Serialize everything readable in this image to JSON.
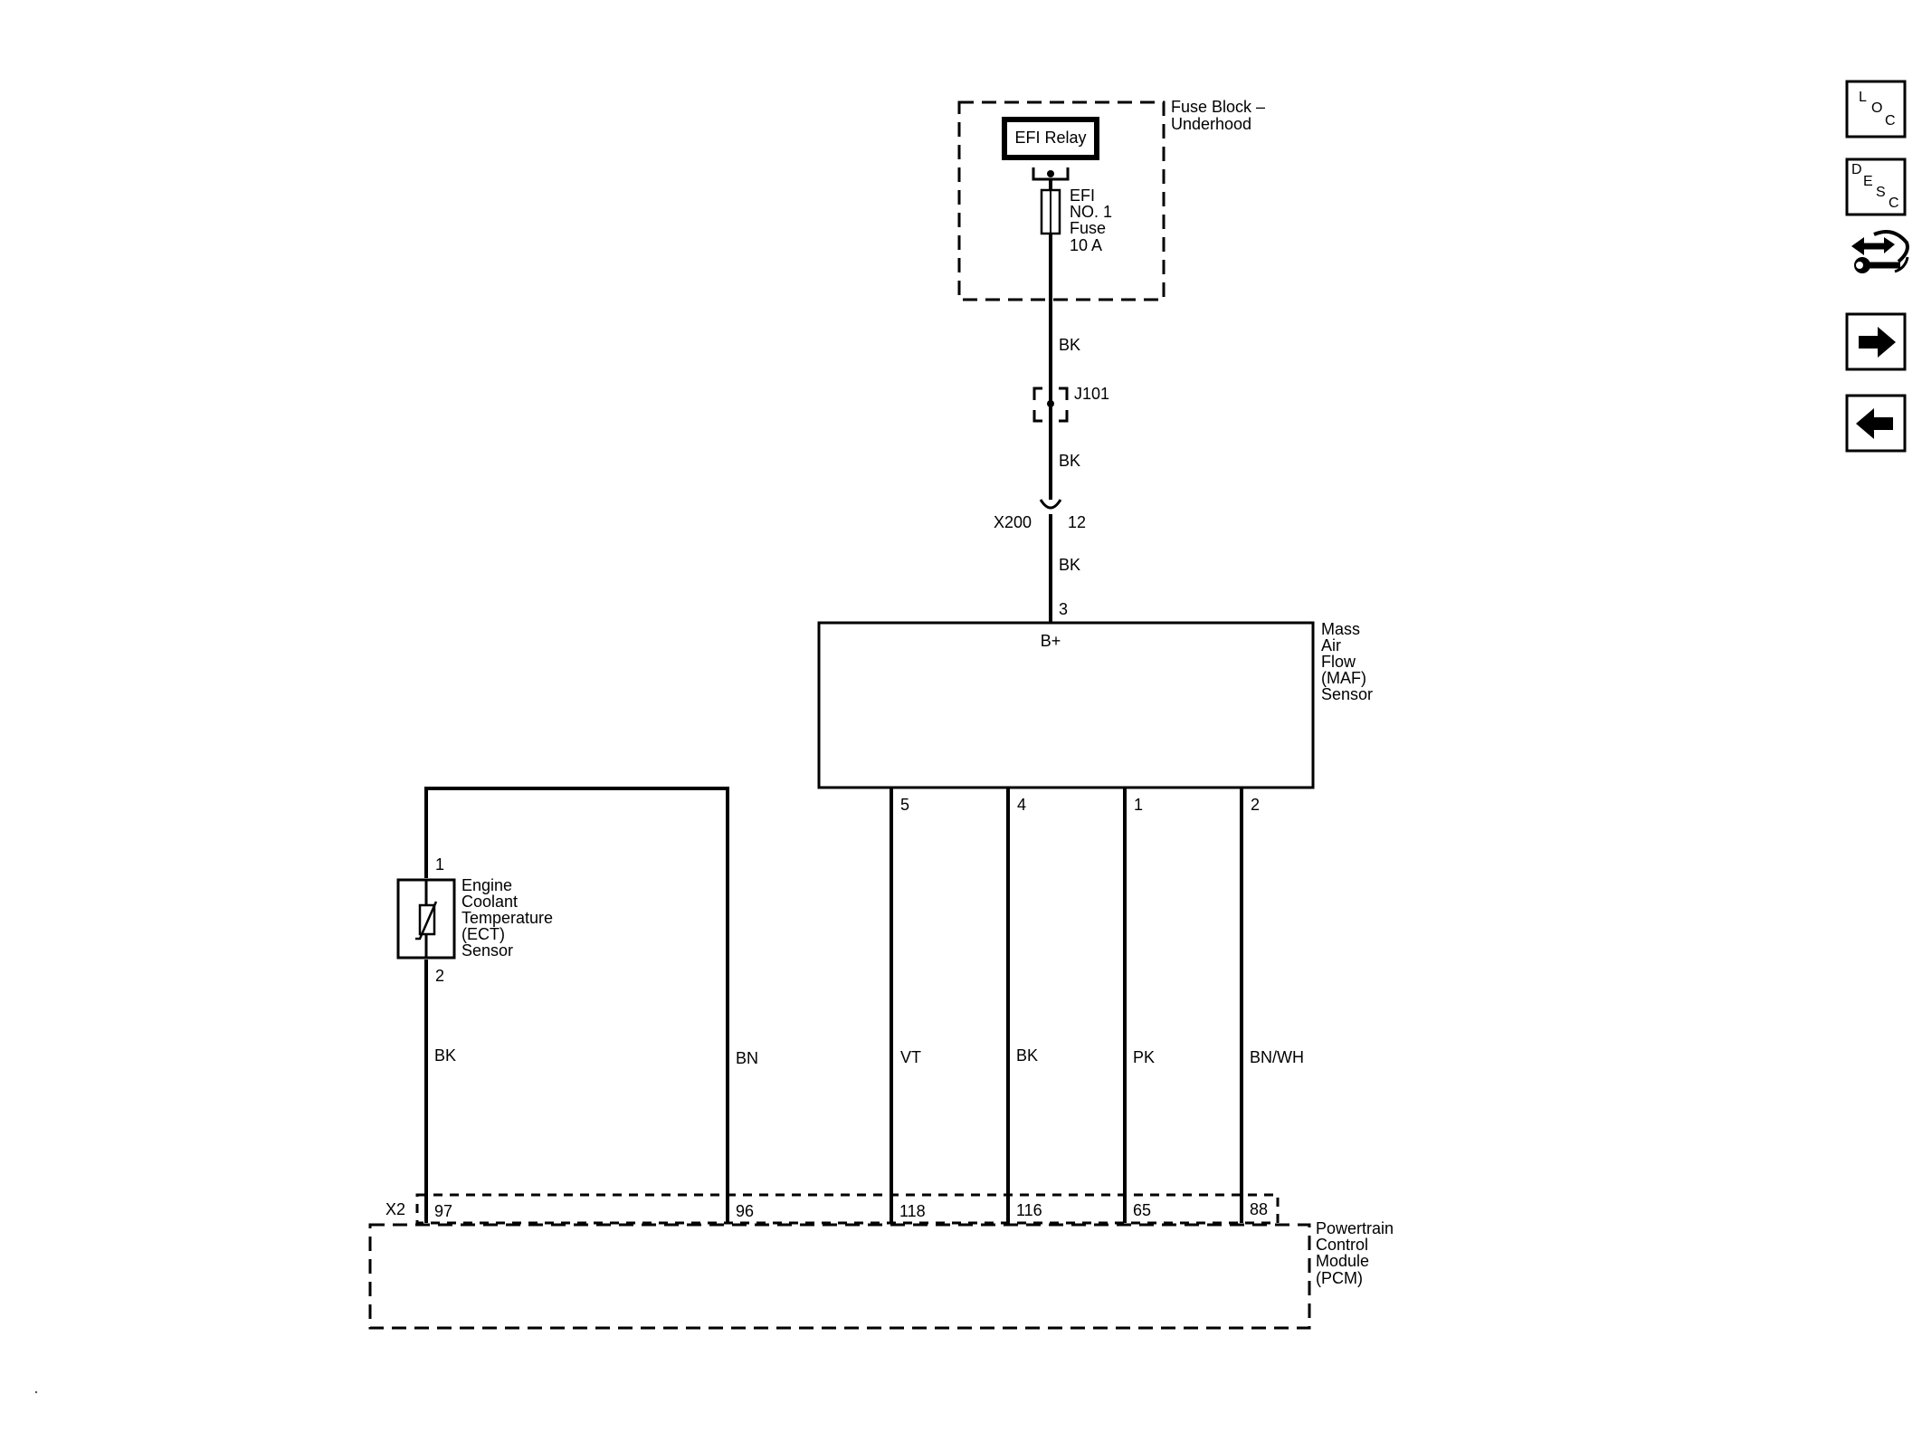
{
  "fuse_block": {
    "title_line1": "Fuse Block –",
    "title_line2": "Underhood",
    "relay_label": "EFI Relay",
    "fuse_line1": "EFI",
    "fuse_line2": "NO. 1",
    "fuse_line3": "Fuse",
    "fuse_line4": "10 A"
  },
  "splice": {
    "label": "J101"
  },
  "connector_x200": {
    "label": "X200",
    "pin": "12"
  },
  "wire_colors": {
    "bk_fuse_to_splice": "BK",
    "bk_splice_to_x200": "BK",
    "bk_x200_to_maf": "BK",
    "ect_low": "BK",
    "ect_signal": "BN",
    "maf_pin5": "VT",
    "maf_pin4": "BK",
    "maf_pin1": "PK",
    "maf_pin2": "BN/WH"
  },
  "maf_sensor": {
    "name_lines": [
      "Mass",
      "Air",
      "Flow",
      "(MAF)",
      "Sensor"
    ],
    "bplus_label": "B+",
    "pin_power": "3",
    "pins": [
      "5",
      "4",
      "1",
      "2"
    ]
  },
  "ect_sensor": {
    "name_lines": [
      "Engine",
      "Coolant",
      "Temperature",
      "(ECT)",
      "Sensor"
    ],
    "pin_top": "1",
    "pin_bottom": "2"
  },
  "pcm": {
    "connector": "X2",
    "pins": [
      "97",
      "96",
      "118",
      "116",
      "65",
      "88"
    ],
    "name_lines": [
      "Powertrain",
      "Control",
      "Module",
      "(PCM)"
    ]
  },
  "nav": {
    "loc_letters": [
      "L",
      "O",
      "C"
    ],
    "desc_letters": [
      "D",
      "E",
      "S",
      "C"
    ],
    "colors": {
      "line": "#000000",
      "background": "#ffffff"
    }
  }
}
